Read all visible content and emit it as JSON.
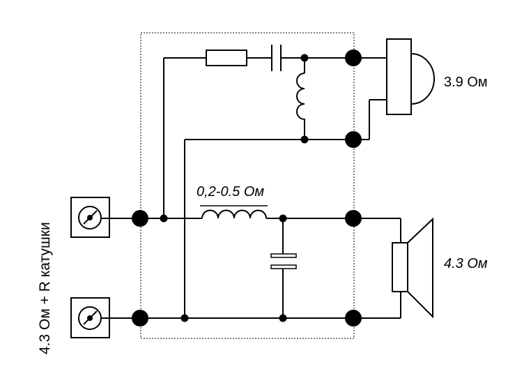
{
  "labels": {
    "tweeter_impedance": "3.9 Ом",
    "woofer_impedance": "4.3 Ом",
    "coil_resistance": "0,2-0.5 Ом",
    "input_note": "4.3 Ом +  R катушки"
  },
  "colors": {
    "line": "#000000",
    "background": "#ffffff"
  }
}
